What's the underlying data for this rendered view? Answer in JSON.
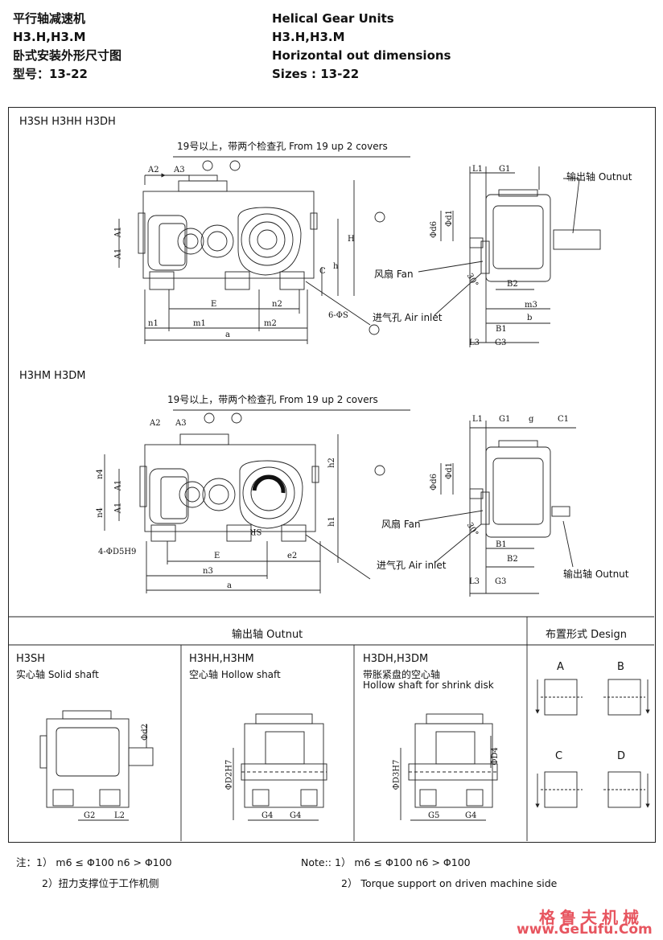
{
  "header": {
    "cn_line1": "平行轴减速机",
    "cn_line2": "H3.H,H3.M",
    "cn_line3": "卧式安装外形尺寸图",
    "cn_line4": "型号：13-22",
    "en_line1": "Helical Gear Units",
    "en_line2": "H3.H,H3.M",
    "en_line3": "Horizontal out dimensions",
    "en_line4": "Sizes : 13-22"
  },
  "section1": {
    "title": "H3SH   H3HH   H3DH",
    "covers_note": "19号以上，带两个检查孔   From 19 up 2 covers",
    "output_label": "输出轴  Outnut",
    "fan_label": "风扇  Fan",
    "air_label": "进气孔  Air inlet",
    "dims": {
      "A2": "A2",
      "A3": "A3",
      "A1a": "A1",
      "A1b": "A1",
      "H": "H",
      "C": "C",
      "h": "h",
      "E": "E",
      "n2": "n2",
      "n1": "n1",
      "m1": "m1",
      "m2": "m2",
      "a": "a",
      "S": "6-ΦS",
      "L1": "L1",
      "G1": "G1",
      "d1": "Φd1",
      "d6": "Φd6",
      "B2": "B2",
      "m3": "m3",
      "B1": "B1",
      "b": "b",
      "L3": "L3",
      "G3": "G3",
      "ang": "30°"
    }
  },
  "section2": {
    "title": "H3HM   H3DM",
    "covers_note": "19号以上，带两个检查孔   From 19 up 2 covers",
    "output_label": "输出轴  Outnut",
    "fan_label": "风扇  Fan",
    "air_label": "进气孔  Air inlet",
    "dims": {
      "A2": "A2",
      "A3": "A3",
      "n4a": "n4",
      "n4b": "n4",
      "A1a": "A1",
      "A1b": "A1",
      "h2": "h2",
      "h1": "h1",
      "SR": "SR",
      "D5": "4-ΦD5H9",
      "E": "E",
      "e2": "e2",
      "n3": "n3",
      "a": "a",
      "L1": "L1",
      "G1": "G1",
      "g": "g",
      "C1": "C1",
      "d1": "Φd1",
      "d6": "Φd6",
      "B1": "B1",
      "B2": "B2",
      "L3": "L3",
      "G3": "G3",
      "ang": "30°"
    }
  },
  "output_shaft": {
    "title": "输出轴  Outnut",
    "design_title": "布置形式  Design",
    "col1_title": "H3SH",
    "col1_sub": "实心轴  Solid shaft",
    "col2_title": "H3HH,H3HM",
    "col2_sub": "空心轴  Hollow shaft",
    "col3_title": "H3DH,H3DM",
    "col3_sub1": "带胀紧盘的空心轴",
    "col3_sub2": "Hollow shaft for shrink disk",
    "dims": {
      "d2": "Φd2",
      "G2": "G2",
      "L2": "L2",
      "D2": "ΦD2H7",
      "G4a": "G4",
      "G4b": "G4",
      "D3": "ΦD3H7",
      "D4": "ΦD4",
      "G5": "G5",
      "G4c": "G4"
    },
    "designs": [
      "A",
      "B",
      "C",
      "D"
    ]
  },
  "notes": {
    "cn1": "注：1） m6 ≤ Φ100  n6 > Φ100",
    "cn2": "2）扭力支撑位于工作机侧",
    "en1": "Note::  1）  m6 ≤ Φ100  n6 > Φ100",
    "en2": "2）  Torque support on driven machine side"
  },
  "watermark": {
    "cn": "格鲁夫机械",
    "url": "www.GeLufu.Com"
  }
}
